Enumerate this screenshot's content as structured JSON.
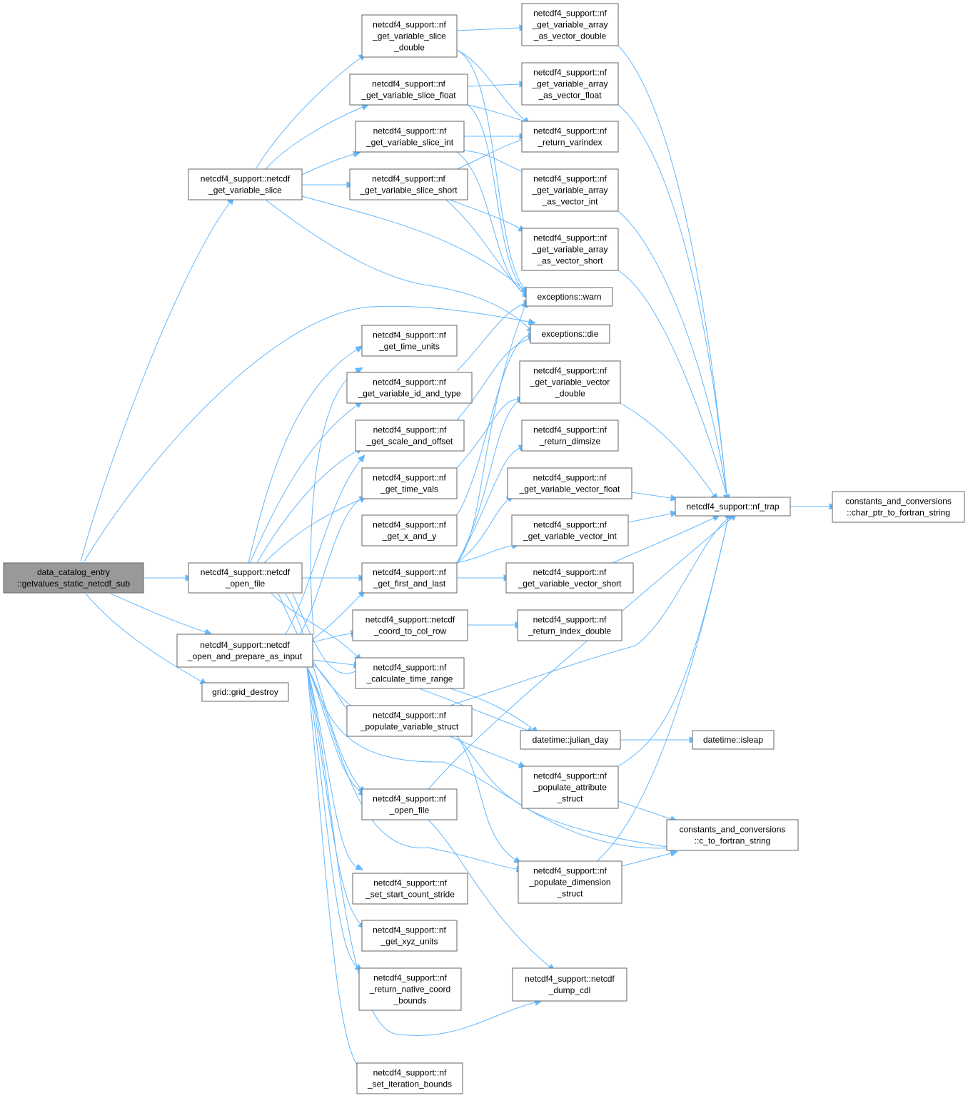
{
  "nodes": {
    "root": {
      "lines": [
        "data_catalog_entry",
        "::getvalues_static_netcdf_sub"
      ]
    },
    "get_slice": {
      "lines": [
        "netcdf4_support::netcdf",
        "_get_variable_slice"
      ]
    },
    "open_file": {
      "lines": [
        "netcdf4_support::netcdf",
        "_open_file"
      ]
    },
    "open_prepare": {
      "lines": [
        "netcdf4_support::netcdf",
        "_open_and_prepare_as_input"
      ]
    },
    "grid_destroy": {
      "lines": [
        "grid::grid_destroy"
      ]
    },
    "slice_double": {
      "lines": [
        "netcdf4_support::nf",
        "_get_variable_slice",
        "_double"
      ]
    },
    "slice_float": {
      "lines": [
        "netcdf4_support::nf",
        "_get_variable_slice_float"
      ]
    },
    "slice_int": {
      "lines": [
        "netcdf4_support::nf",
        "_get_variable_slice_int"
      ]
    },
    "slice_short": {
      "lines": [
        "netcdf4_support::nf",
        "_get_variable_slice_short"
      ]
    },
    "time_units": {
      "lines": [
        "netcdf4_support::nf",
        "_get_time_units"
      ]
    },
    "id_and_type": {
      "lines": [
        "netcdf4_support::nf",
        "_get_variable_id_and_type"
      ]
    },
    "scale_offset": {
      "lines": [
        "netcdf4_support::nf",
        "_get_scale_and_offset"
      ]
    },
    "time_vals": {
      "lines": [
        "netcdf4_support::nf",
        "_get_time_vals"
      ]
    },
    "x_and_y": {
      "lines": [
        "netcdf4_support::nf",
        "_get_x_and_y"
      ]
    },
    "first_last": {
      "lines": [
        "netcdf4_support::nf",
        "_get_first_and_last"
      ]
    },
    "coord_to_col_row": {
      "lines": [
        "netcdf4_support::netcdf",
        "_coord_to_col_row"
      ]
    },
    "calc_time_range": {
      "lines": [
        "netcdf4_support::nf",
        "_calculate_time_range"
      ]
    },
    "populate_var": {
      "lines": [
        "netcdf4_support::nf",
        "_populate_variable_struct"
      ]
    },
    "nf_open_file": {
      "lines": [
        "netcdf4_support::nf",
        "_open_file"
      ]
    },
    "set_start_count": {
      "lines": [
        "netcdf4_support::nf",
        "_set_start_count_stride"
      ]
    },
    "xyz_units": {
      "lines": [
        "netcdf4_support::nf",
        "_get_xyz_units"
      ]
    },
    "native_coord": {
      "lines": [
        "netcdf4_support::nf",
        "_return_native_coord",
        "_bounds"
      ]
    },
    "iteration_bounds": {
      "lines": [
        "netcdf4_support::nf",
        "_set_iteration_bounds"
      ]
    },
    "array_double": {
      "lines": [
        "netcdf4_support::nf",
        "_get_variable_array",
        "_as_vector_double"
      ]
    },
    "array_float": {
      "lines": [
        "netcdf4_support::nf",
        "_get_variable_array",
        "_as_vector_float"
      ]
    },
    "varindex": {
      "lines": [
        "netcdf4_support::nf",
        "_return_varindex"
      ]
    },
    "array_int": {
      "lines": [
        "netcdf4_support::nf",
        "_get_variable_array",
        "_as_vector_int"
      ]
    },
    "array_short": {
      "lines": [
        "netcdf4_support::nf",
        "_get_variable_array",
        "_as_vector_short"
      ]
    },
    "warn": {
      "lines": [
        "exceptions::warn"
      ]
    },
    "die": {
      "lines": [
        "exceptions::die"
      ]
    },
    "vector_double": {
      "lines": [
        "netcdf4_support::nf",
        "_get_variable_vector",
        "_double"
      ]
    },
    "dimsize": {
      "lines": [
        "netcdf4_support::nf",
        "_return_dimsize"
      ]
    },
    "vector_float": {
      "lines": [
        "netcdf4_support::nf",
        "_get_variable_vector_float"
      ]
    },
    "vector_int": {
      "lines": [
        "netcdf4_support::nf",
        "_get_variable_vector_int"
      ]
    },
    "vector_short": {
      "lines": [
        "netcdf4_support::nf",
        "_get_variable_vector_short"
      ]
    },
    "index_double": {
      "lines": [
        "netcdf4_support::nf",
        "_return_index_double"
      ]
    },
    "julian_day": {
      "lines": [
        "datetime::julian_day"
      ]
    },
    "populate_attr": {
      "lines": [
        "netcdf4_support::nf",
        "_populate_attribute",
        "_struct"
      ]
    },
    "populate_dim": {
      "lines": [
        "netcdf4_support::nf",
        "_populate_dimension",
        "_struct"
      ]
    },
    "dump_cdl": {
      "lines": [
        "netcdf4_support::netcdf",
        "_dump_cdl"
      ]
    },
    "nf_trap": {
      "lines": [
        "netcdf4_support::nf_trap"
      ]
    },
    "isleap": {
      "lines": [
        "datetime::isleap"
      ]
    },
    "c_to_fortran": {
      "lines": [
        "constants_and_conversions",
        "::c_to_fortran_string"
      ]
    },
    "char_ptr": {
      "lines": [
        "constants_and_conversions",
        "::char_ptr_to_fortran_string"
      ]
    }
  },
  "colors": {
    "edge": "#63b8ff",
    "node_border": "#666666",
    "root_fill": "#999999",
    "node_fill": "#ffffff"
  }
}
